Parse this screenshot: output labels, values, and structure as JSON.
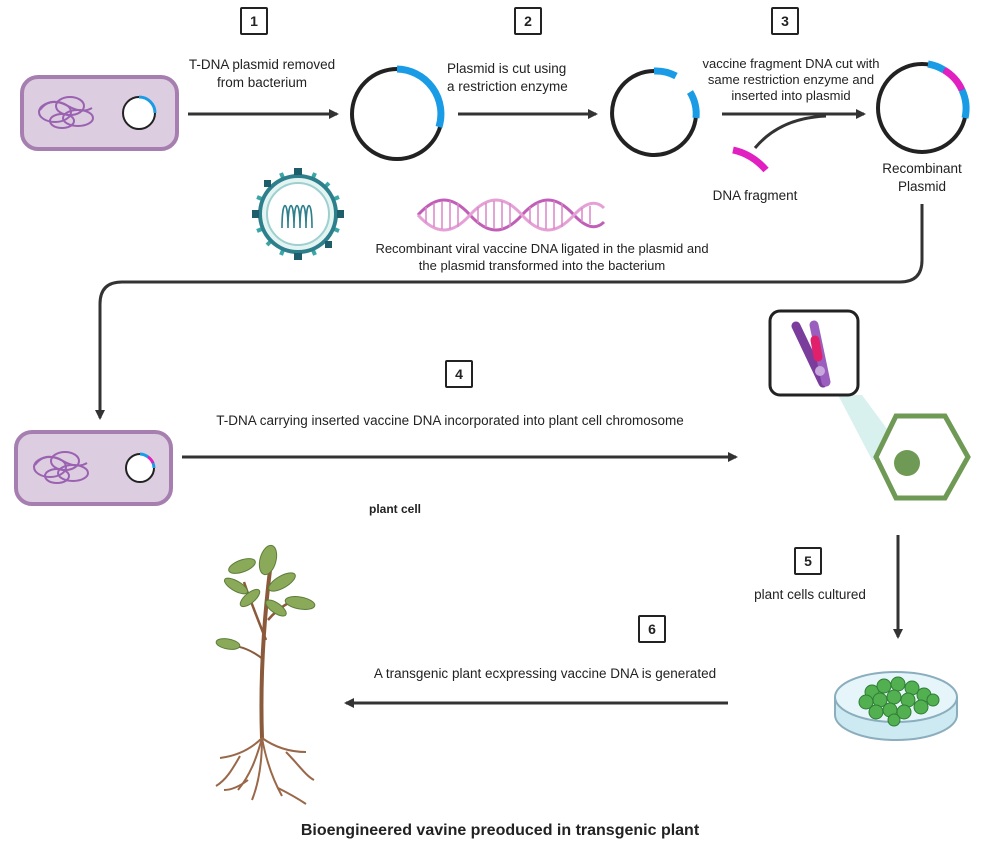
{
  "steps": [
    "1",
    "2",
    "3",
    "4",
    "5",
    "6"
  ],
  "labels": {
    "s1": "T-DNA plasmid removed\nfrom bacterium",
    "s2": "Plasmid is cut using\na restriction enzyme",
    "s3": "vaccine fragment DNA cut with\nsame restriction enzyme and\ninserted into plasmid",
    "dna_fragment": "DNA fragment",
    "recombinant": "Recombinant\nPlasmid",
    "ligated": "Recombinant viral vaccine DNA ligated in the plasmid and\nthe plasmid transformed into the bacterium",
    "s4": "T-DNA carrying inserted vaccine DNA incorporated into plant cell chromosome",
    "plant_cell": "plant cell",
    "s5": "plant cells cultured",
    "s6": "A transgenic plant ecxpressing vaccine DNA is generated",
    "title": "Bioengineered vavine preoduced in transgenic plant"
  },
  "colors": {
    "plasmid_insert_blue": "#1a9be6",
    "vaccine_magenta": "#e020c0",
    "bacterium_purple": "#a67fb0",
    "plant_cell_green": "#6f9a55",
    "virus_teal": "#3aa6a8"
  }
}
